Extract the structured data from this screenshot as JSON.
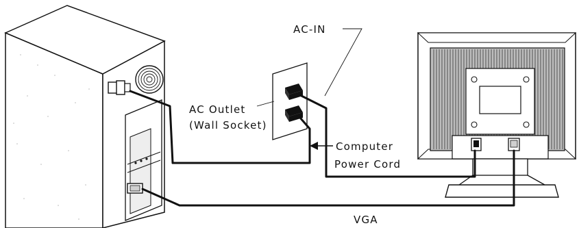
{
  "labels": {
    "ac_in": "AC-IN",
    "ac_outlet_line1": "AC Outlet",
    "ac_outlet_line2": "(Wall Socket)",
    "computer_power_cord_line1": "Computer",
    "computer_power_cord_line2": "Power Cord",
    "vga": "VGA"
  },
  "colors": {
    "ink": "#111111",
    "background": "#ffffff",
    "panel_gray": "#bdbdbd"
  }
}
